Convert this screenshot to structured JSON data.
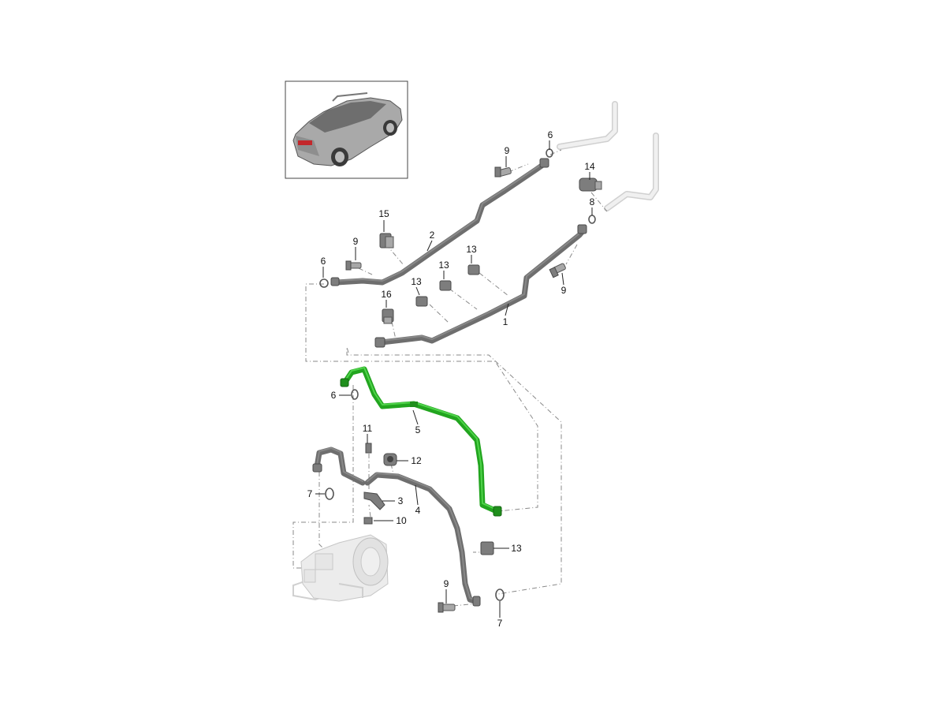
{
  "diagram": {
    "callouts": {
      "c1": "1",
      "c2": "2",
      "c3": "3",
      "c4": "4",
      "c5": "5",
      "c6a": "6",
      "c6b": "6",
      "c6c": "6",
      "c7a": "7",
      "c7b": "7",
      "c8": "8",
      "c9a": "9",
      "c9b": "9",
      "c9c": "9",
      "c9d": "9",
      "c10": "10",
      "c11": "11",
      "c12": "12",
      "c13a": "13",
      "c13b": "13",
      "c13c": "13",
      "c13d": "13",
      "c14": "14",
      "c15": "15",
      "c16": "16"
    },
    "highlight_color": "#22a51f",
    "highlighted_part": "5",
    "icons": [
      "car-thumbnail-icon",
      "compressor-icon"
    ]
  }
}
